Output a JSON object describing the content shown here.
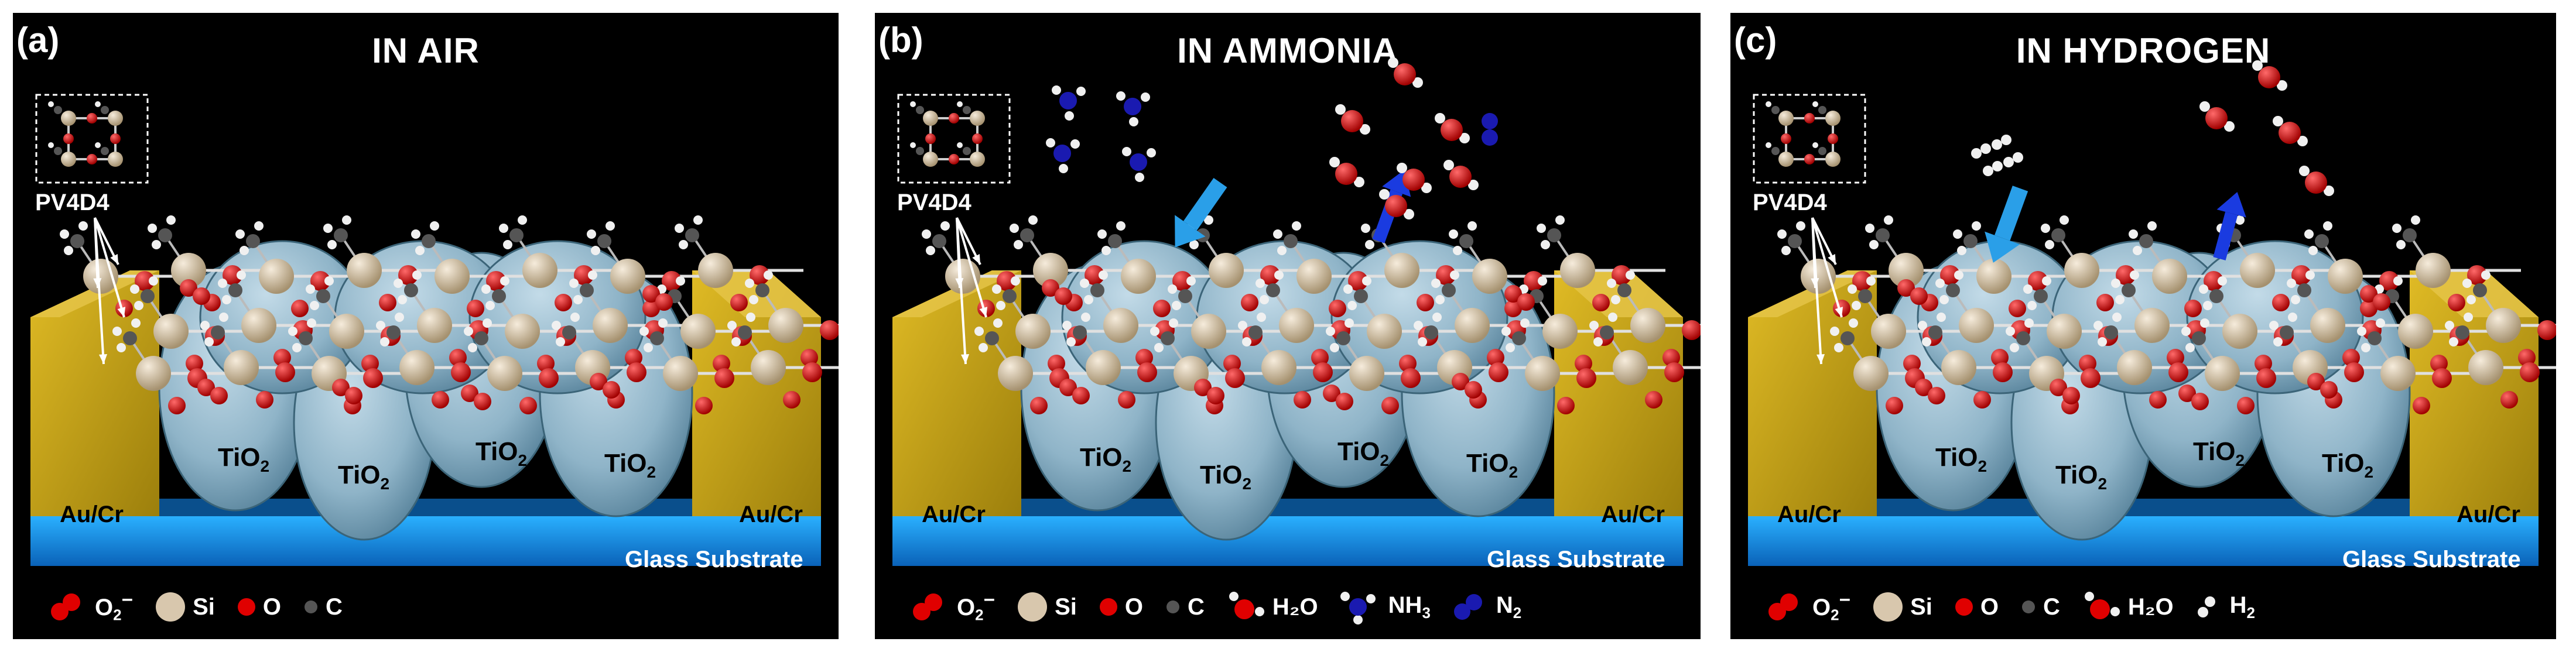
{
  "panels": [
    {
      "letter": "(a)",
      "title": "IN AIR"
    },
    {
      "letter": "(b)",
      "title": "IN AMMONIA"
    },
    {
      "letter": "(c)",
      "title": "IN HYDROGEN"
    }
  ],
  "labels": {
    "tio2": "TiO",
    "tio2_sub": "2",
    "electrode": "Au/Cr",
    "substrate": "Glass Substrate",
    "polymer": "PV4D4"
  },
  "legend": {
    "o2_main": "O",
    "o2_sub": "2",
    "o2_sup": "−",
    "si": "Si",
    "o": "O",
    "c": "C",
    "h2o": "H₂O",
    "nh3_main": "NH",
    "nh3_sub": "3",
    "n2_main": "N",
    "n2_sub": "2",
    "h2_main": "H",
    "h2_sub": "2"
  },
  "colors": {
    "gold": "#c9a415",
    "tio2": "#8fb4c8",
    "glass": "#1a8fe0",
    "oxygen": "#e00000",
    "silicon": "#d8c7ad",
    "carbon": "#555555",
    "hydrogen": "#f0f0f0",
    "nitrogen": "#1a1ab0",
    "arrow_in": "#2a9fe8",
    "arrow_out": "#1a3be0"
  }
}
